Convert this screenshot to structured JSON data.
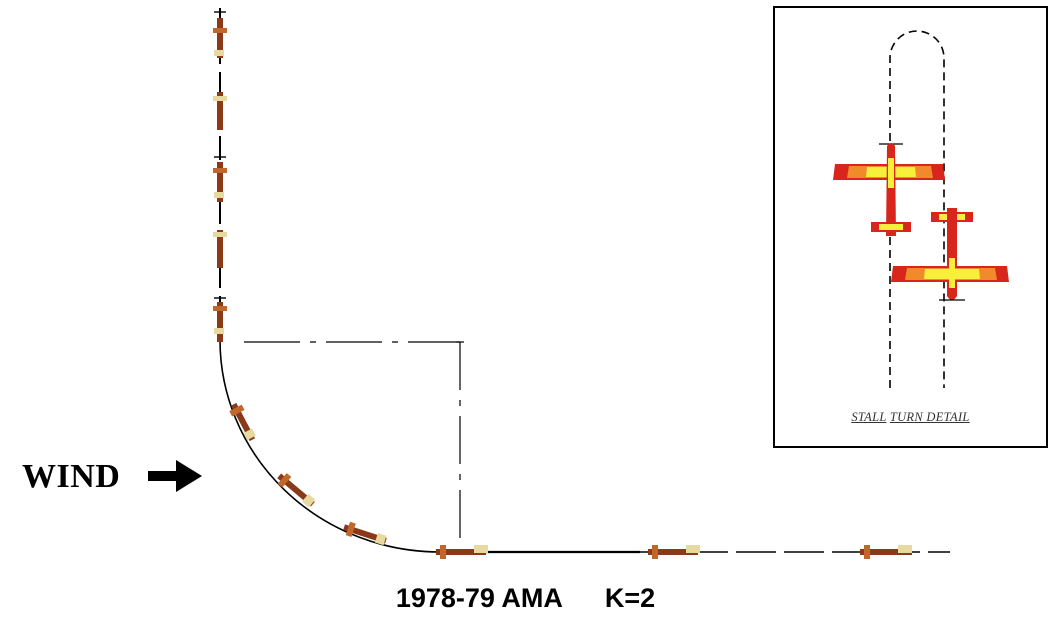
{
  "wind_label": "WIND",
  "caption": {
    "title": "1978-79 AMA",
    "k_factor": "K=2"
  },
  "detail": {
    "word1": "STALL",
    "word2": "TURN DETAIL"
  },
  "colors": {
    "wing_red": "#d9261c",
    "wing_orange": "#f08a2a",
    "wing_yellow": "#f6f03a",
    "line": "#000000",
    "plane_body": "#e8d9a0"
  },
  "icons": [
    "wind-arrow-icon",
    "airplane-icon"
  ]
}
